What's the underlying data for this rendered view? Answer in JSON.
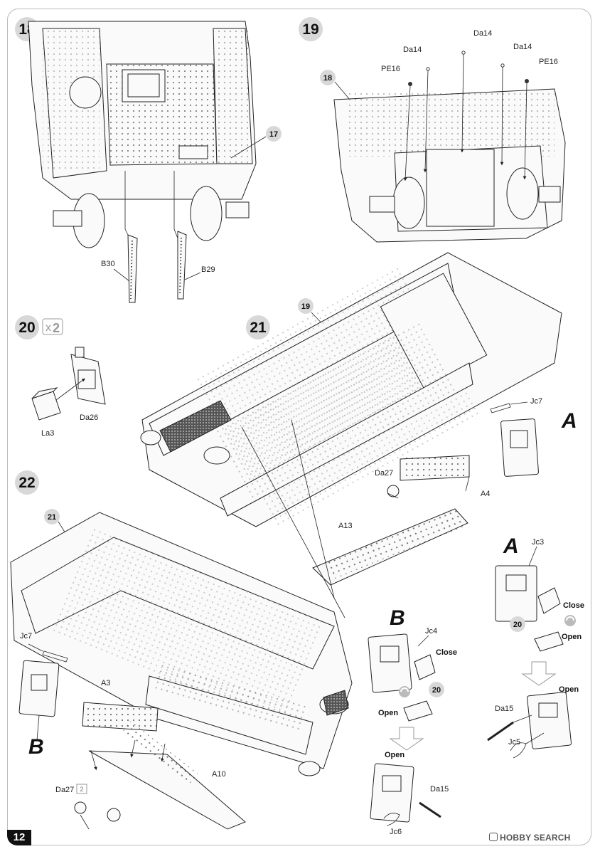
{
  "page_number": "12",
  "watermark": "HOBBY SEARCH",
  "steps": {
    "s18": "18",
    "s19": "19",
    "s20": "20",
    "s20_qty": "2",
    "s21": "21",
    "s22": "22"
  },
  "callouts": {
    "c17": "17",
    "c18": "18",
    "c19": "19",
    "c21": "21",
    "c20_a": "20",
    "c20_b": "20"
  },
  "parts": {
    "B30": "B30",
    "B29": "B29",
    "Da14_1": "Da14",
    "Da14_2": "Da14",
    "Da14_3": "Da14",
    "PE16_1": "PE16",
    "PE16_2": "PE16",
    "La3": "La3",
    "Da26": "Da26",
    "Jc7_a": "Jc7",
    "Jc7_b": "Jc7",
    "Da27_a": "Da27",
    "Da27_b": "Da27",
    "Da27_b_qty": "2",
    "A4": "A4",
    "A13": "A13",
    "A3": "A3",
    "A10": "A10",
    "Jc3": "Jc3",
    "Jc4": "Jc4",
    "Jc5": "Jc5",
    "Jc6": "Jc6",
    "Da15_a": "Da15",
    "Da15_b": "Da15"
  },
  "markers": {
    "A_main": "A",
    "B_main": "B",
    "A_detail": "A",
    "B_detail": "B"
  },
  "words": {
    "close_a": "Close",
    "open_a": "Open",
    "open_a2": "Open",
    "close_b": "Close",
    "open_b": "Open",
    "open_b2": "Open"
  }
}
